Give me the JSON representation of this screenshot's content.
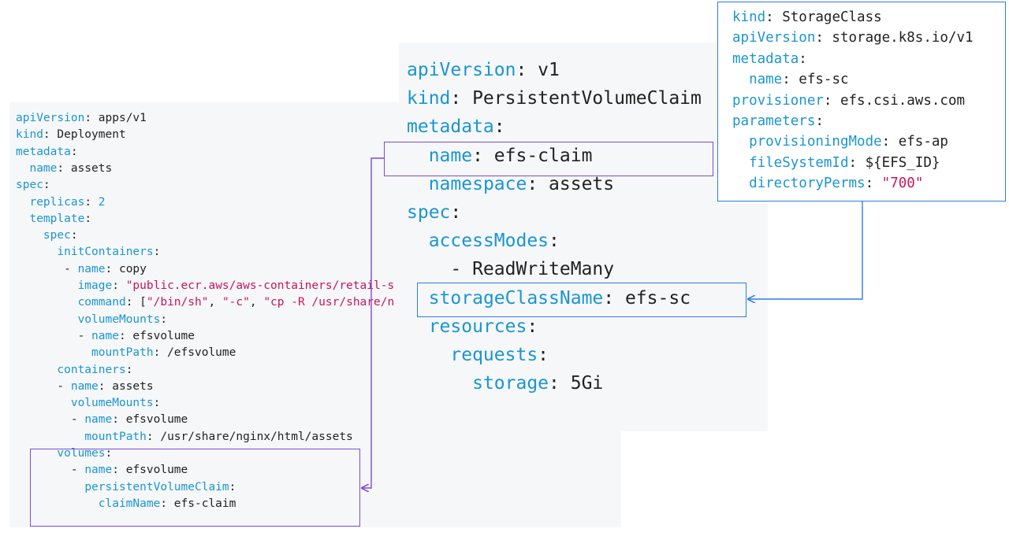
{
  "deployment": {
    "lines": [
      [
        {
          "t": "apiVersion",
          "c": "k"
        },
        {
          "t": ": apps/v1",
          "c": "v"
        }
      ],
      [
        {
          "t": "kind",
          "c": "k"
        },
        {
          "t": ": Deployment",
          "c": "v"
        }
      ],
      [
        {
          "t": "metadata",
          "c": "k"
        },
        {
          "t": ":",
          "c": "v"
        }
      ],
      [
        {
          "t": "  "
        },
        {
          "t": "name",
          "c": "k"
        },
        {
          "t": ": assets",
          "c": "v"
        }
      ],
      [
        {
          "t": "spec",
          "c": "k"
        },
        {
          "t": ":",
          "c": "v"
        }
      ],
      [
        {
          "t": "  "
        },
        {
          "t": "replicas",
          "c": "k"
        },
        {
          "t": ": ",
          "c": "v"
        },
        {
          "t": "2",
          "c": "n"
        }
      ],
      [
        {
          "t": "  "
        },
        {
          "t": "template",
          "c": "k"
        },
        {
          "t": ":",
          "c": "v"
        }
      ],
      [
        {
          "t": "    "
        },
        {
          "t": "spec",
          "c": "k"
        },
        {
          "t": ":",
          "c": "v"
        }
      ],
      [
        {
          "t": "      "
        },
        {
          "t": "initContainers",
          "c": "k"
        },
        {
          "t": ":",
          "c": "v"
        }
      ],
      [
        {
          "t": "       - ",
          "c": "v"
        },
        {
          "t": "name",
          "c": "k"
        },
        {
          "t": ": copy",
          "c": "v"
        }
      ],
      [
        {
          "t": "         "
        },
        {
          "t": "image",
          "c": "k"
        },
        {
          "t": ": ",
          "c": "v"
        },
        {
          "t": "\"public.ecr.aws/aws-containers/retail-s",
          "c": "s"
        }
      ],
      [
        {
          "t": "         "
        },
        {
          "t": "command",
          "c": "k"
        },
        {
          "t": ": [",
          "c": "v"
        },
        {
          "t": "\"/bin/sh\"",
          "c": "s"
        },
        {
          "t": ", ",
          "c": "v"
        },
        {
          "t": "\"-c\"",
          "c": "s"
        },
        {
          "t": ", ",
          "c": "v"
        },
        {
          "t": "\"cp -R /usr/share/n",
          "c": "s"
        }
      ],
      [
        {
          "t": "         "
        },
        {
          "t": "volumeMounts",
          "c": "k"
        },
        {
          "t": ":",
          "c": "v"
        }
      ],
      [
        {
          "t": "         - ",
          "c": "v"
        },
        {
          "t": "name",
          "c": "k"
        },
        {
          "t": ": efsvolume",
          "c": "v"
        }
      ],
      [
        {
          "t": "           "
        },
        {
          "t": "mountPath",
          "c": "k"
        },
        {
          "t": ": /efsvolume",
          "c": "v"
        }
      ],
      [
        {
          "t": "      "
        },
        {
          "t": "containers",
          "c": "k"
        },
        {
          "t": ":",
          "c": "v"
        }
      ],
      [
        {
          "t": "      - ",
          "c": "v"
        },
        {
          "t": "name",
          "c": "k"
        },
        {
          "t": ": assets",
          "c": "v"
        }
      ],
      [
        {
          "t": "        "
        },
        {
          "t": "volumeMounts",
          "c": "k"
        },
        {
          "t": ":",
          "c": "v"
        }
      ],
      [
        {
          "t": "        - ",
          "c": "v"
        },
        {
          "t": "name",
          "c": "k"
        },
        {
          "t": ": efsvolume",
          "c": "v"
        }
      ],
      [
        {
          "t": "          "
        },
        {
          "t": "mountPath",
          "c": "k"
        },
        {
          "t": ": /usr/share/nginx/html/assets",
          "c": "v"
        }
      ],
      [
        {
          "t": "      "
        },
        {
          "t": "volumes",
          "c": "k"
        },
        {
          "t": ":",
          "c": "v"
        }
      ],
      [
        {
          "t": "        - ",
          "c": "v"
        },
        {
          "t": "name",
          "c": "k"
        },
        {
          "t": ": efsvolume",
          "c": "v"
        }
      ],
      [
        {
          "t": "          "
        },
        {
          "t": "persistentVolumeClaim",
          "c": "k"
        },
        {
          "t": ":",
          "c": "v"
        }
      ],
      [
        {
          "t": "            "
        },
        {
          "t": "claimName",
          "c": "k"
        },
        {
          "t": ": efs-claim",
          "c": "v"
        }
      ]
    ]
  },
  "pvc": {
    "lines": [
      [
        {
          "t": "apiVersion",
          "c": "k"
        },
        {
          "t": ": v1",
          "c": "v"
        }
      ],
      [
        {
          "t": "kind",
          "c": "k"
        },
        {
          "t": ": PersistentVolumeClaim",
          "c": "v"
        }
      ],
      [
        {
          "t": "metadata",
          "c": "k"
        },
        {
          "t": ":",
          "c": "v"
        }
      ],
      [
        {
          "t": "  "
        },
        {
          "t": "name",
          "c": "k"
        },
        {
          "t": ": efs-claim",
          "c": "v"
        }
      ],
      [
        {
          "t": "  "
        },
        {
          "t": "namespace",
          "c": "k"
        },
        {
          "t": ": assets",
          "c": "v"
        }
      ],
      [
        {
          "t": "spec",
          "c": "k"
        },
        {
          "t": ":",
          "c": "v"
        }
      ],
      [
        {
          "t": "  "
        },
        {
          "t": "accessModes",
          "c": "k"
        },
        {
          "t": ":",
          "c": "v"
        }
      ],
      [
        {
          "t": "    - ReadWriteMany",
          "c": "v"
        }
      ],
      [
        {
          "t": "  "
        },
        {
          "t": "storageClassName",
          "c": "k"
        },
        {
          "t": ": efs-sc",
          "c": "v"
        }
      ],
      [
        {
          "t": "  "
        },
        {
          "t": "resources",
          "c": "k"
        },
        {
          "t": ":",
          "c": "v"
        }
      ],
      [
        {
          "t": "    "
        },
        {
          "t": "requests",
          "c": "k"
        },
        {
          "t": ":",
          "c": "v"
        }
      ],
      [
        {
          "t": "      "
        },
        {
          "t": "storage",
          "c": "k"
        },
        {
          "t": ": 5Gi",
          "c": "v"
        }
      ]
    ]
  },
  "storageclass": {
    "lines": [
      [
        {
          "t": "kind",
          "c": "k"
        },
        {
          "t": ": StorageClass",
          "c": "v"
        }
      ],
      [
        {
          "t": "apiVersion",
          "c": "k"
        },
        {
          "t": ": storage.k8s.io/v1",
          "c": "v"
        }
      ],
      [
        {
          "t": "metadata",
          "c": "k"
        },
        {
          "t": ":",
          "c": "v"
        }
      ],
      [
        {
          "t": "  "
        },
        {
          "t": "name",
          "c": "k"
        },
        {
          "t": ": efs-sc",
          "c": "v"
        }
      ],
      [
        {
          "t": "provisioner",
          "c": "k"
        },
        {
          "t": ": efs.csi.aws.com",
          "c": "v"
        }
      ],
      [
        {
          "t": "parameters",
          "c": "k"
        },
        {
          "t": ":",
          "c": "v"
        }
      ],
      [
        {
          "t": "  "
        },
        {
          "t": "provisioningMode",
          "c": "k"
        },
        {
          "t": ": efs-ap",
          "c": "v"
        }
      ],
      [
        {
          "t": "  "
        },
        {
          "t": "fileSystemId",
          "c": "k"
        },
        {
          "t": ": ${EFS_ID}",
          "c": "v"
        }
      ],
      [
        {
          "t": "  "
        },
        {
          "t": "directoryPerms",
          "c": "k"
        },
        {
          "t": ": ",
          "c": "v"
        },
        {
          "t": "\"700\"",
          "c": "s"
        }
      ]
    ]
  },
  "colors": {
    "key": "#1a96d1",
    "value": "#222222",
    "string": "#c7155f",
    "claim_link": "#7b4bd8",
    "storageclass_link": "#2f7de1",
    "panel_bg": "#f6f7f8"
  }
}
